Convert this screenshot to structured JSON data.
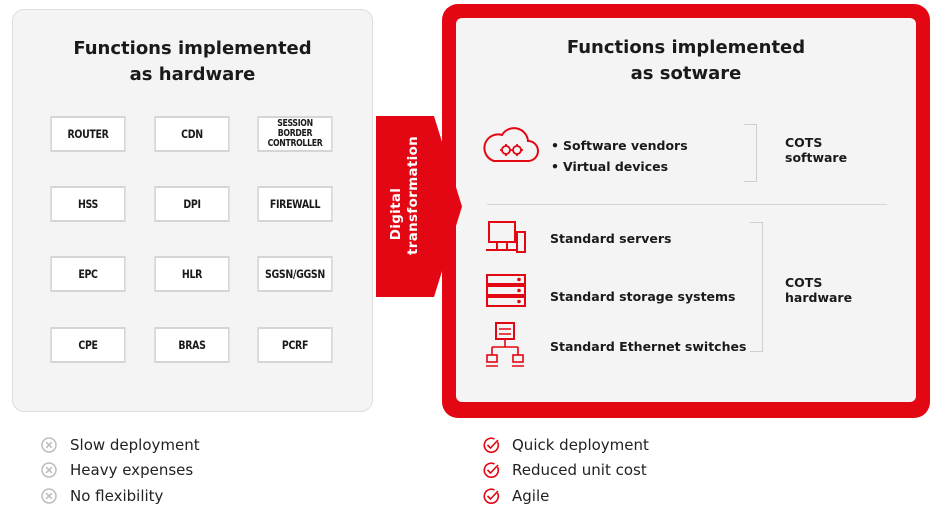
{
  "hardware": {
    "title": "Functions implemented\nas hardware",
    "boxes": [
      "ROUTER",
      "CDN",
      "SESSION BORDER\nCONTROLLER",
      "HSS",
      "DPI",
      "FIREWALL",
      "EPC",
      "HLR",
      "SGSN/GGSN",
      "CPE",
      "BRAS",
      "PCRF"
    ]
  },
  "arrow": {
    "label": "Digital\ntransformation"
  },
  "software": {
    "title": "Functions implemented\nas sotware",
    "bullets": [
      "Software vendors",
      "Virtual devices"
    ],
    "cots_software": "COTS\nsoftware",
    "standard_items": [
      "Standard servers",
      "Standard storage systems",
      "Standard Ethernet switches"
    ],
    "cots_hardware": "COTS\nhardware",
    "icons": [
      "cloud-gears-icon",
      "computer-monitor-icon",
      "storage-stack-icon",
      "network-switch-icon"
    ]
  },
  "cons": [
    "Slow deployment",
    "Heavy expenses",
    "No flexibility"
  ],
  "pros": [
    "Quick deployment",
    "Reduced unit cost",
    "Agile"
  ],
  "colors": {
    "accent": "#e30613",
    "panel": "#f4f4f4",
    "muted": "#bdbdbd"
  }
}
